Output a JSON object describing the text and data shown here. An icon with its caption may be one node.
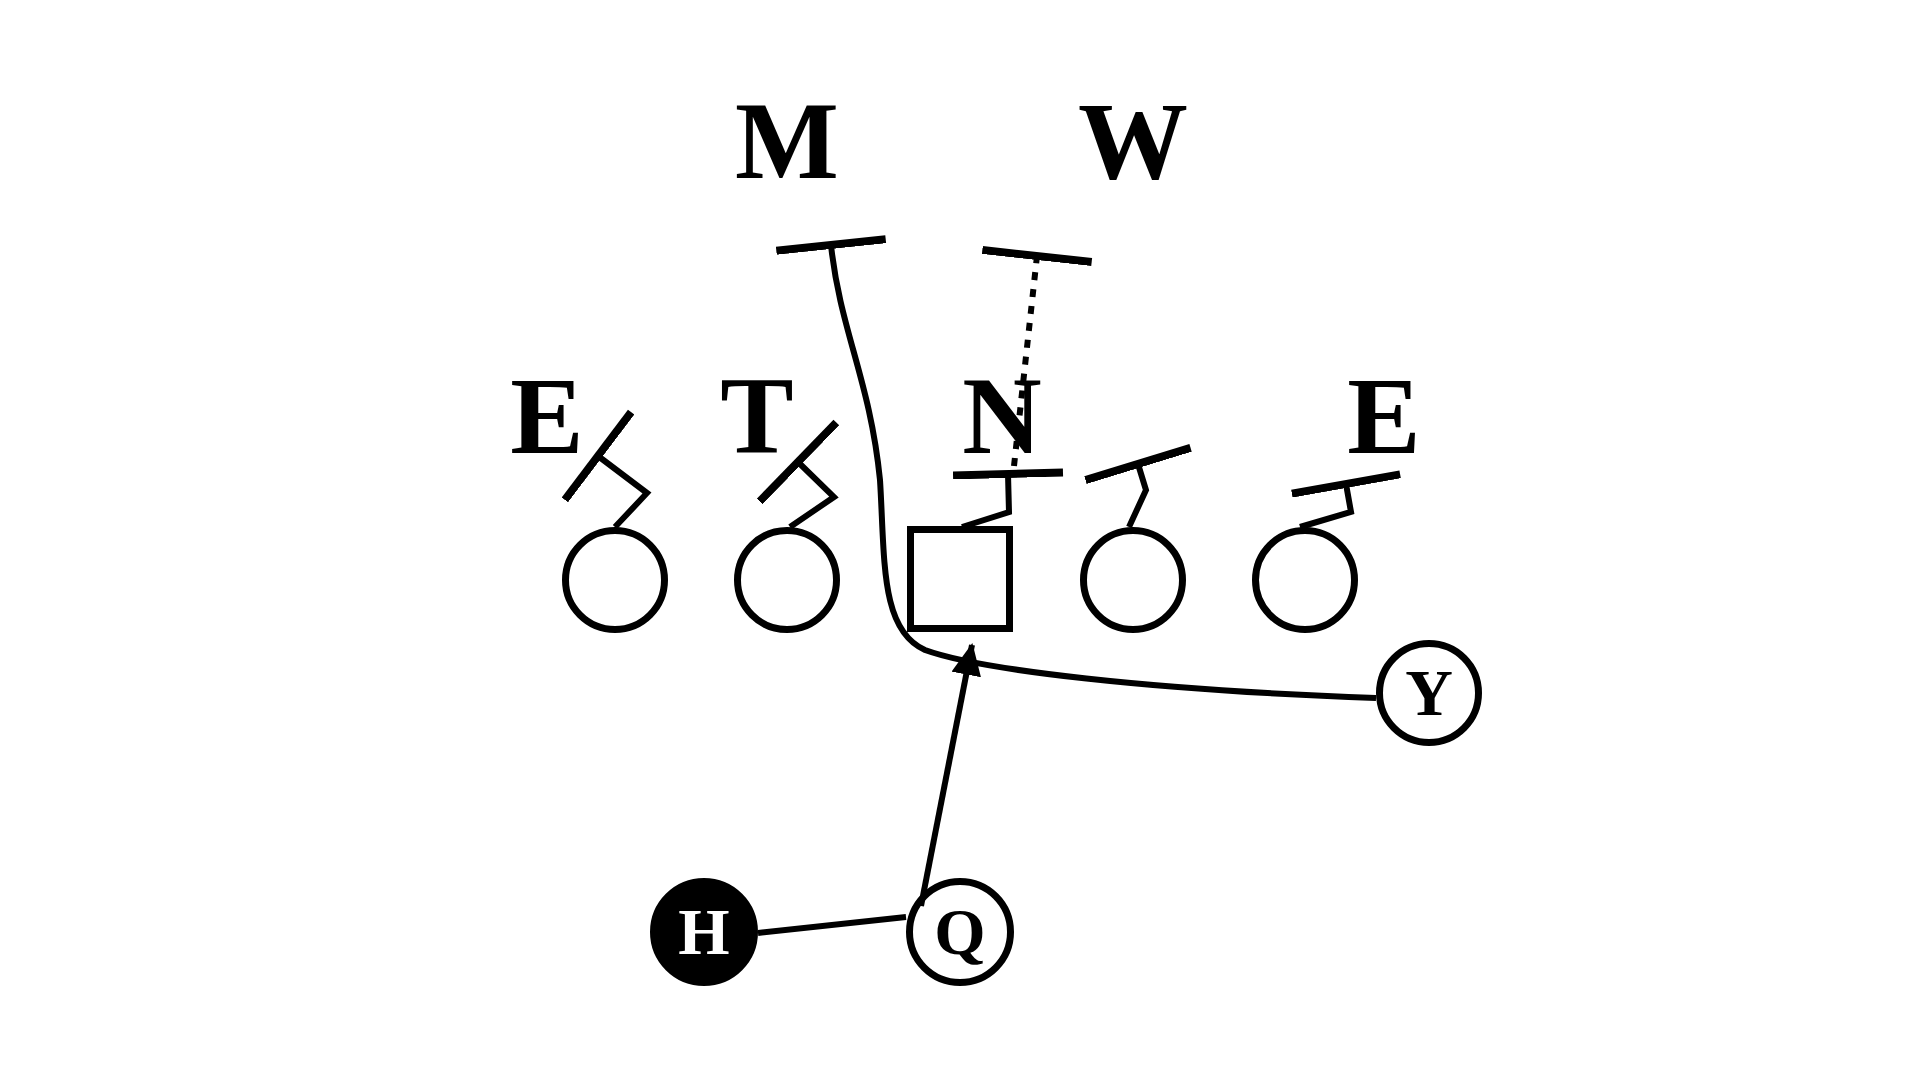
{
  "diagram": {
    "nodes": [
      {
        "text": [
          "M"
        ]
      },
      {
        "text": [
          "W"
        ]
      },
      {
        "text": [
          "E"
        ]
      },
      {
        "text": [
          "T"
        ]
      },
      {
        "text": [
          "N"
        ]
      },
      {
        "text": [
          "E"
        ]
      },
      {
        "text": [],
        "shape": "circle"
      },
      {
        "text": [],
        "shape": "circle"
      },
      {
        "text": [],
        "shape": "box"
      },
      {
        "text": [],
        "shape": "circle"
      },
      {
        "text": [],
        "shape": "circle"
      },
      {
        "text": [
          "Y"
        ]
      },
      {
        "text": [
          "H"
        ]
      },
      {
        "text": [
          "Q"
        ]
      }
    ],
    "edges": [
      {
        "from": 6,
        "to": 2,
        "arrow": "other"
      },
      {
        "from": 7,
        "to": 3,
        "arrow": "other"
      },
      {
        "from": 8,
        "to": 4,
        "arrow": "other"
      },
      {
        "from": 4,
        "to": 1,
        "arrow": "other",
        "style": "dashed"
      },
      {
        "from": 9,
        "to": null,
        "arrow": "other"
      },
      {
        "from": 10,
        "to": 5,
        "arrow": "other"
      },
      {
        "from": 11,
        "to": 0,
        "arrow": "other"
      },
      {
        "from": 13,
        "to": 8,
        "arrow": "to"
      },
      {
        "from": 12,
        "to": 13,
        "arrow": "none"
      }
    ]
  }
}
